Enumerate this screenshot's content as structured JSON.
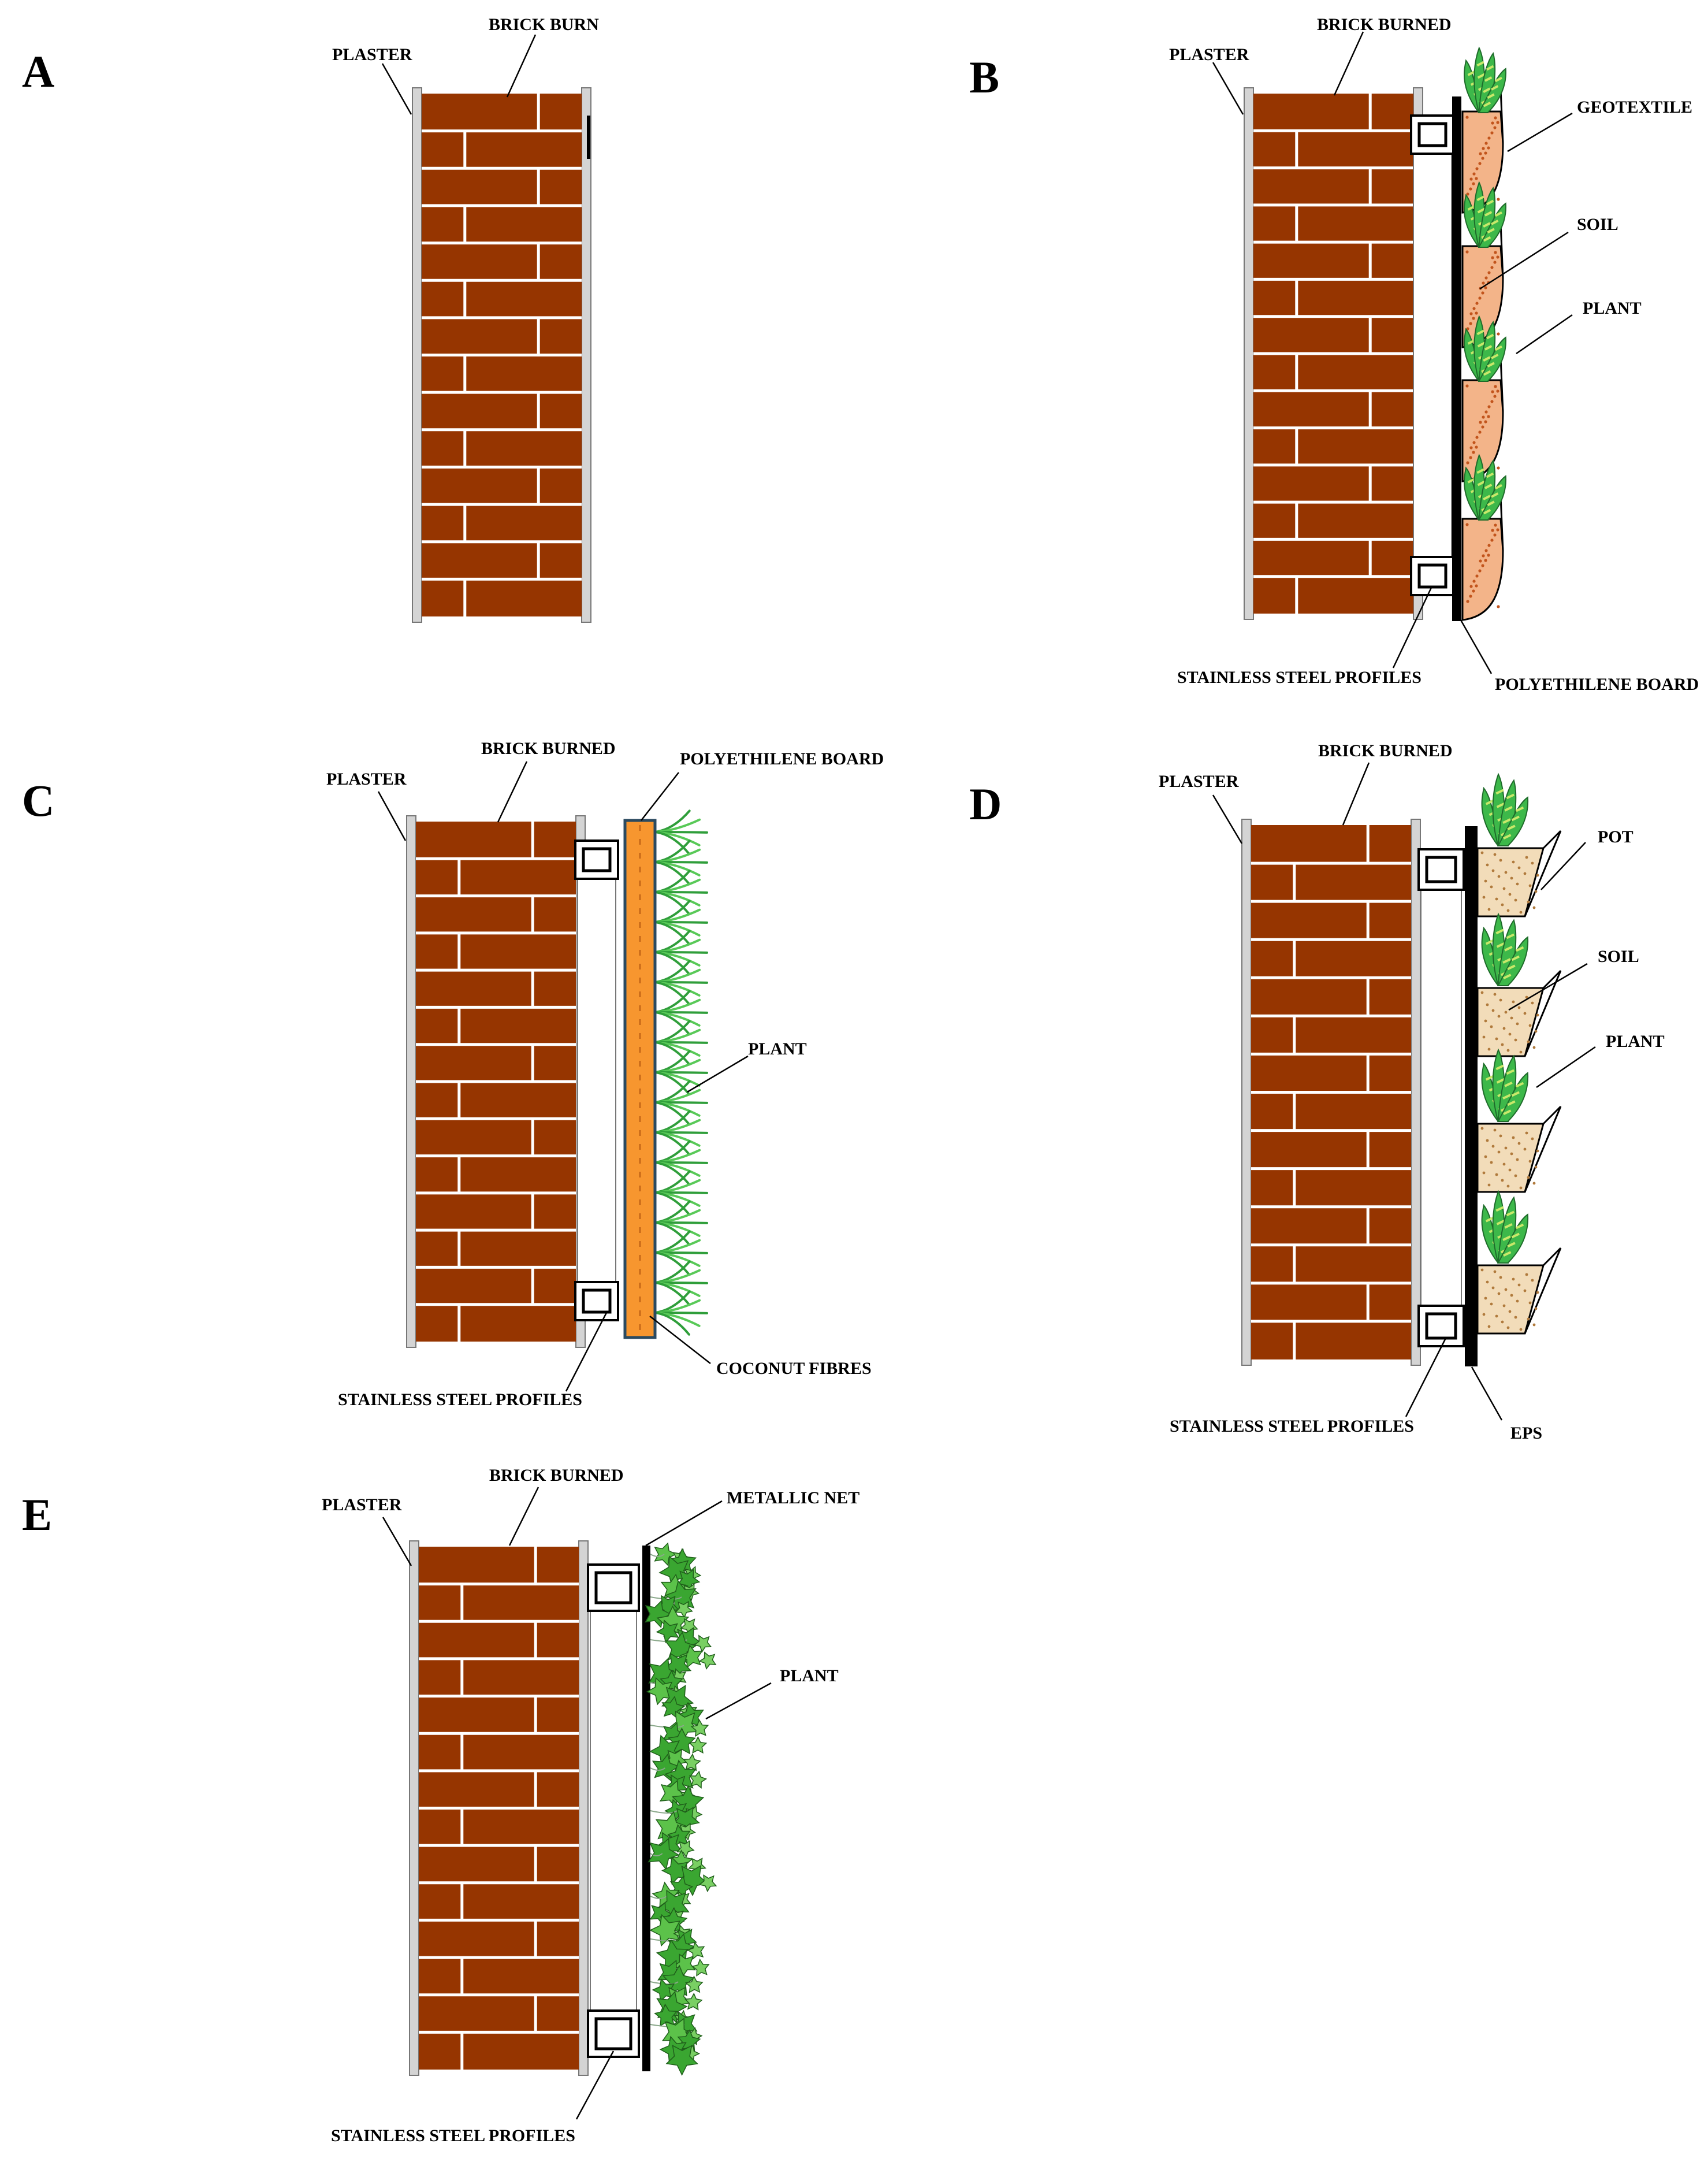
{
  "panels": [
    {
      "id": "A",
      "letter": "A",
      "labels": {
        "plaster": "PLASTER",
        "brick": "BRICK BURN"
      }
    },
    {
      "id": "B",
      "letter": "B",
      "labels": {
        "plaster": "PLASTER",
        "brick": "BRICK BURNED",
        "geotextile": "GEOTEXTILE",
        "soil": "SOIL",
        "plant": "PLANT",
        "profiles": "STAINLESS STEEL PROFILES",
        "board": "POLYETHILENE BOARD"
      }
    },
    {
      "id": "C",
      "letter": "C",
      "labels": {
        "plaster": "PLASTER",
        "brick": "BRICK BURNED",
        "board": "POLYETHILENE BOARD",
        "plant": "PLANT",
        "coconut": "COCONUT FIBRES",
        "profiles": "STAINLESS STEEL PROFILES"
      }
    },
    {
      "id": "D",
      "letter": "D",
      "labels": {
        "plaster": "PLASTER",
        "brick": "BRICK BURNED",
        "pot": "POT",
        "soil": "SOIL",
        "plant": "PLANT",
        "profiles": "STAINLESS STEEL PROFILES",
        "eps": "EPS"
      }
    },
    {
      "id": "E",
      "letter": "E",
      "labels": {
        "plaster": "PLASTER",
        "brick": "BRICK BURNED",
        "net": "METALLIC NET",
        "plant": "PLANT",
        "profiles": "STAINLESS STEEL PROFILES"
      }
    }
  ],
  "colors": {
    "brick": "#963500",
    "mortar": "#ffffff",
    "plaster": "#d4d4d4",
    "board": "#000000",
    "coconut": "#f7962f",
    "coconut_edge": "#2b4a60",
    "geotextile": "#f3b489",
    "soil_dot": "#c2541c",
    "pot_soil": "#f2dcb9",
    "pot_dot": "#b07a3c",
    "leaf": "#3db84a",
    "leaf_light": "#c9e86a",
    "ivy": "#3aa631",
    "grass": "#58c957"
  }
}
